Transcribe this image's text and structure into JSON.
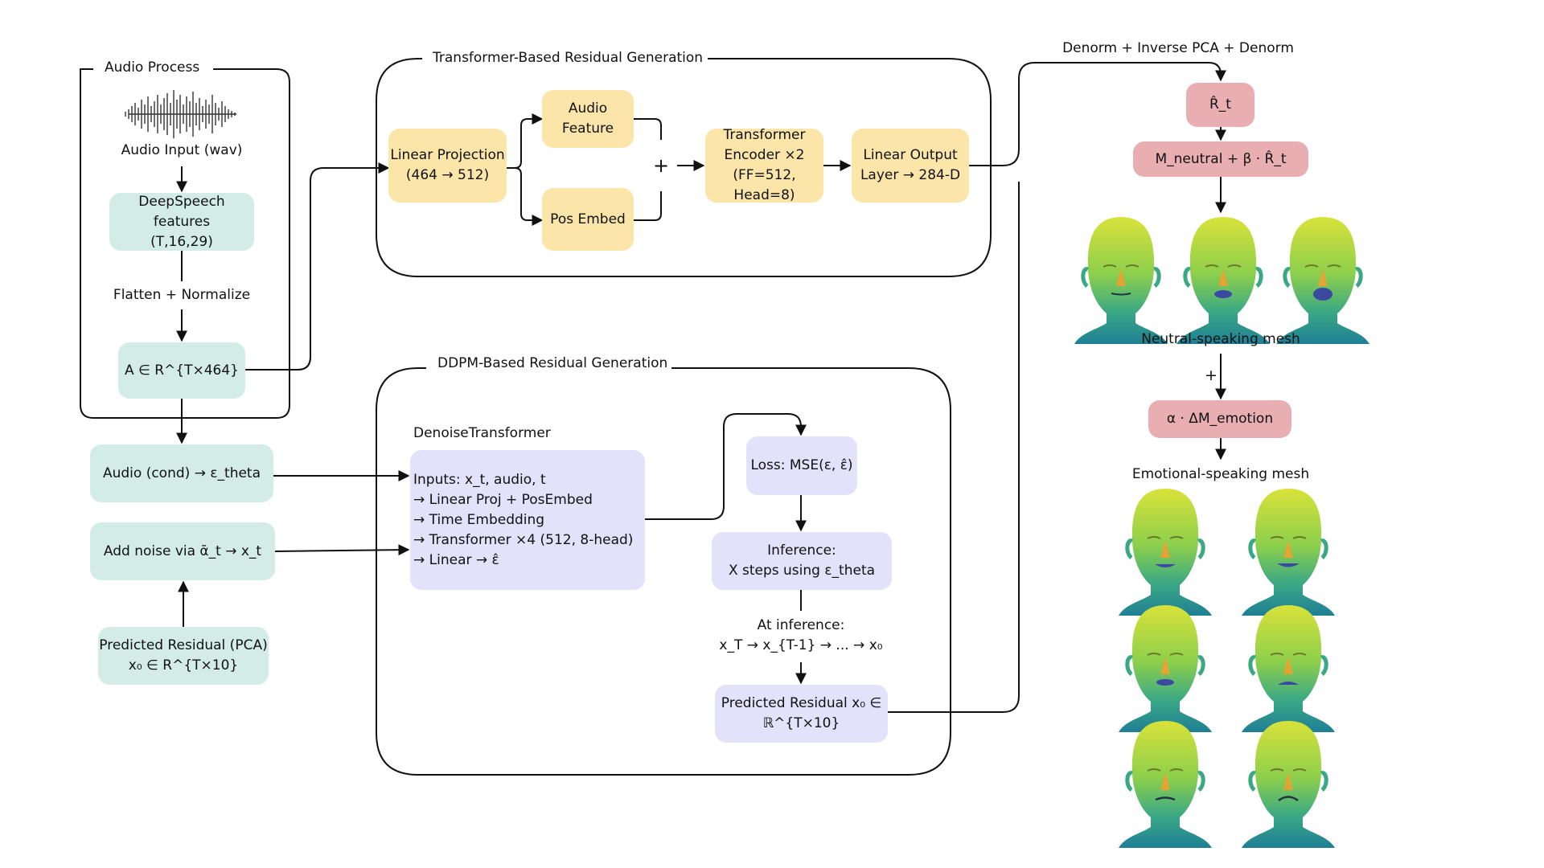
{
  "groups": {
    "audio_process": "Audio Process",
    "transformer": "Transformer-Based Residual Generation",
    "ddpm": "DDPM-Based Residual Generation"
  },
  "audio": {
    "input": "Audio Input (wav)",
    "deepspeech": "DeepSpeech features\n(T,16,29)",
    "flatten": "Flatten + Normalize",
    "a_matrix": "A ∈ R^{T×464}",
    "cond": "Audio (cond) → ε_theta",
    "noise": "Add noise via ᾱ_t → x_t",
    "pred_pca": "Predicted Residual (PCA)\nx₀ ∈ R^{T×10}"
  },
  "transformer": {
    "linear_proj": "Linear Projection\n(464 → 512)",
    "audio_feature": "Audio\nFeature",
    "pos_embed": "Pos Embed",
    "plus": "+",
    "encoder": "Transformer\nEncoder ×2\n(FF=512, Head=8)",
    "output": "Linear Output\nLayer → 284-D"
  },
  "ddpm": {
    "denoise_title": "DenoiseTransformer",
    "denoise_body": "Inputs: x_t, audio, t\n→ Linear Proj + PosEmbed\n→ Time Embedding\n→ Transformer ×4 (512, 8-head)\n→ Linear → ε̂",
    "loss": "Loss: MSE(ε, ε̂)",
    "inference": "Inference:\nX steps using ε_theta",
    "at_inference": "At inference:\nx_T → x_{T-1} → ... → x₀",
    "pred_residual": "Predicted Residual x₀ ∈\nℝ^{T×10}"
  },
  "output": {
    "denorm": "Denorm + Inverse PCA + Denorm",
    "r_hat": "R̂_t",
    "neutral_formula": "M_neutral + β · R̂_t",
    "neutral_label": "Neutral-speaking mesh",
    "plus": "+",
    "emotion_delta": "α · ΔM_emotion",
    "emotional_label": "Emotional-speaking mesh"
  },
  "colors": {
    "teal": "#d3ede6",
    "yellow": "#fbe5a8",
    "purple": "#e4e1fb",
    "pink": "#e8aeb2",
    "mesh_top": "#e2e23a",
    "mesh_mid": "#6cc267",
    "mesh_bottom": "#1f8f8c",
    "mouth": "#3b4aa0"
  }
}
